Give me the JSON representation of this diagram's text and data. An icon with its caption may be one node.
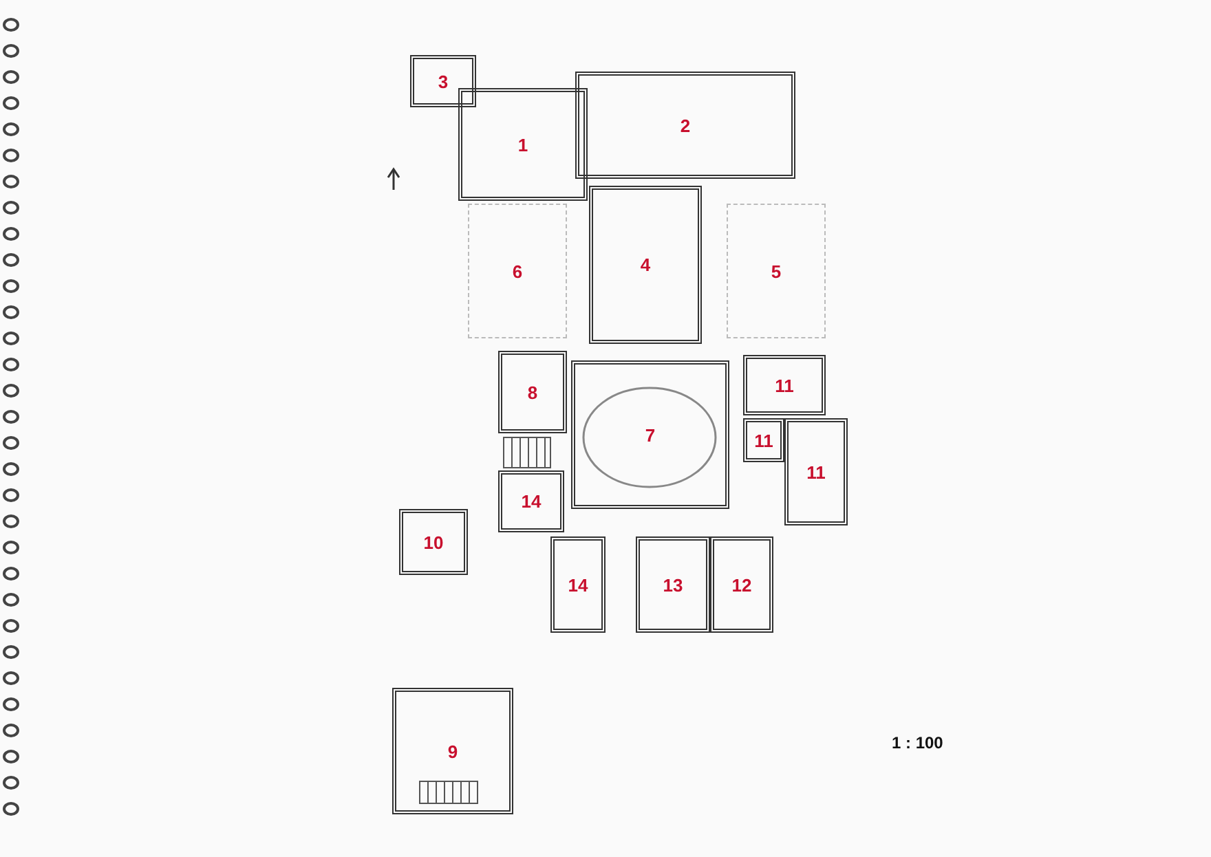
{
  "diagram": {
    "nodes": [
      {
        "text": [
          "3"
        ]
      },
      {
        "text": [
          "1"
        ]
      },
      {
        "text": [
          "2"
        ]
      },
      {
        "text": [
          "6"
        ]
      },
      {
        "text": [
          "4"
        ]
      },
      {
        "text": [
          "5"
        ]
      },
      {
        "text": [
          "8"
        ]
      },
      {
        "text": [
          "7"
        ]
      },
      {
        "text": [
          "11"
        ]
      },
      {
        "text": [
          "11"
        ]
      },
      {
        "text": [
          "11"
        ]
      },
      {
        "text": [
          "10"
        ]
      },
      {
        "text": [
          "14"
        ]
      },
      {
        "text": [
          "14"
        ]
      },
      {
        "text": [
          "13"
        ]
      },
      {
        "text": [
          "12"
        ]
      },
      {
        "text": [
          "9"
        ]
      }
    ],
    "labels": [
      "1 : 100"
    ]
  }
}
